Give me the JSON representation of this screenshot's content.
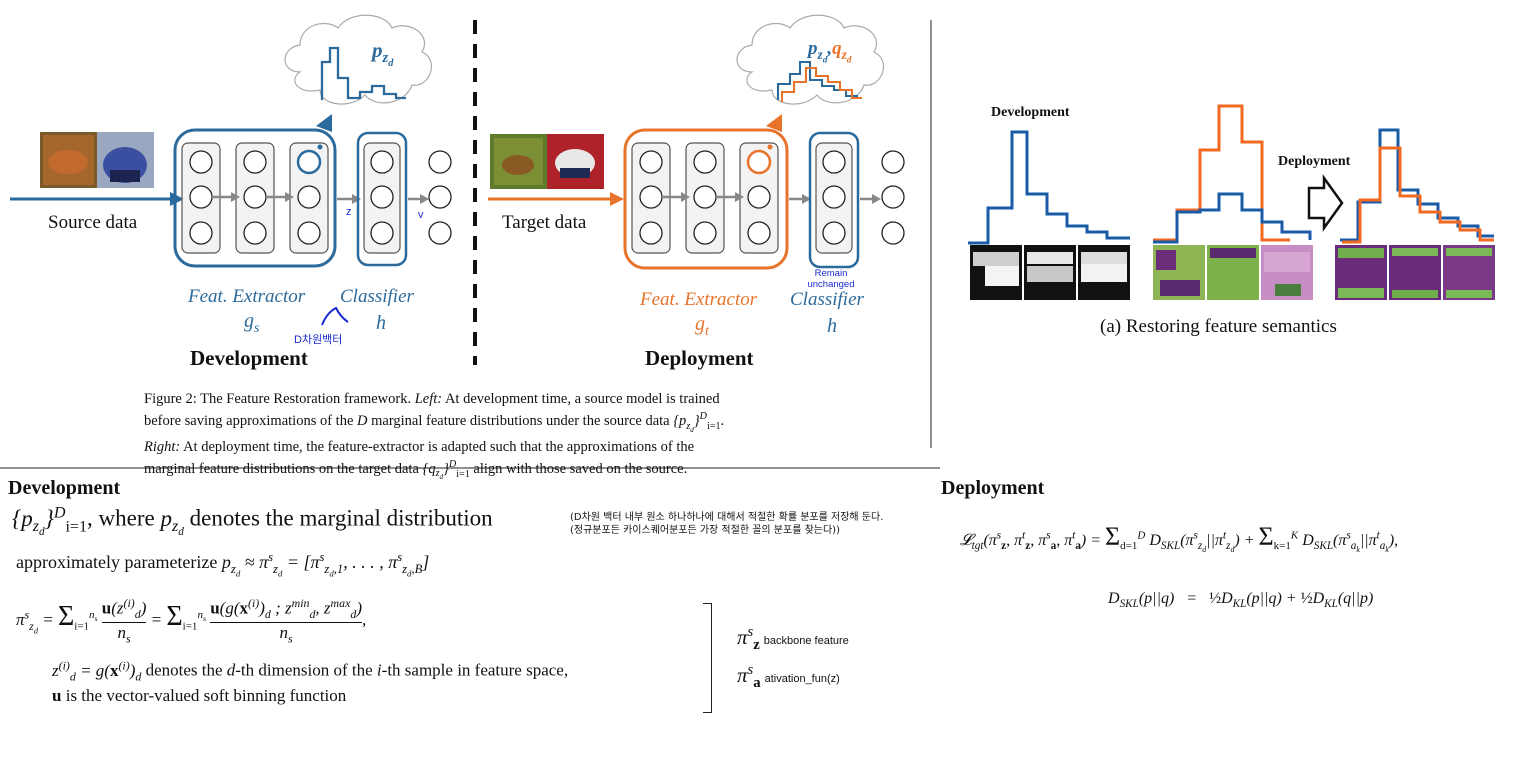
{
  "figure_left": {
    "source_label": "Source data",
    "target_label": "Target data",
    "z_label": "z",
    "v_label": "v",
    "dev_feat_extractor": "Feat. Extractor",
    "dev_gs": "g",
    "dev_gs_sub": "s",
    "dev_classifier": "Classifier",
    "dev_h": "h",
    "dep_feat_extractor": "Feat. Extractor",
    "dep_gt": "g",
    "dep_gt_sub": "t",
    "dep_classifier": "Classifier",
    "dep_h": "h",
    "dev_title": "Development",
    "dep_title": "Deployment",
    "cloud_left_p": "p",
    "cloud_left_sub": "z",
    "cloud_left_subsub": "d",
    "cloud_right_p": "p",
    "cloud_right_q": "q",
    "annot_dvec": "D차원백터",
    "annot_remain": "Remain\nunchanged",
    "colors": {
      "dev_blue": "#2b6a9c",
      "dep_orange": "#e8732a"
    }
  },
  "caption": {
    "line1_a": "Figure 2: The Feature Restoration framework.",
    "line1_left": "Left:",
    "line1_b": "At development time, a source model is trained",
    "line2": "before saving approximations of the",
    "line2_D": "D",
    "line2_b": "marginal feature distributions under the source data",
    "line3_right": "Right:",
    "line3": "At deployment time, the feature-extractor is adapted such that the approximations of the",
    "line4": "marginal feature distributions on the target data",
    "line4_b": "align with those saved on the source."
  },
  "figure_right": {
    "dev_label": "Development",
    "dep_label": "Deployment",
    "caption": "(a) Restoring feature semantics"
  },
  "notes": {
    "dev_heading": "Development",
    "dep_heading": "Deployment",
    "line1_where": ", where",
    "line1_text": "denotes the marginal distribution",
    "korean_note1": "(D차원 백터 내부 원소 하나하나에 대해서 적절한 확률 분포를 저장해 둔다.",
    "korean_note2": "(정규분포든 카이스퀘어분포든 가장 적절한 꼴의 분포를 찾는다))",
    "approx_text": "approximately parameterize",
    "denotes_a": "denotes the",
    "denotes_b": "-th dimension of the",
    "denotes_c": "-th sample in feature space,",
    "u_text": "is the vector-valued soft binning function",
    "pi_z_label": "backbone feature",
    "pi_a_label": "ativation_fun(z)"
  }
}
